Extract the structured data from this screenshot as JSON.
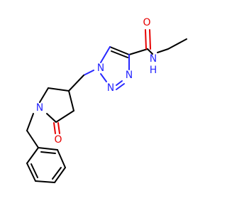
{
  "molecule": {
    "atoms": {
      "o_amide": "O",
      "n_amide": "N",
      "h_amide": "H",
      "n1_triazole": "N",
      "n2_triazole": "N",
      "n3_triazole": "N",
      "n_pyrrolidinone": "N",
      "o_lactam": "O"
    },
    "colors": {
      "carbon_bond": "#000000",
      "nitrogen": "#2828ff",
      "oxygen": "#e60000"
    }
  }
}
